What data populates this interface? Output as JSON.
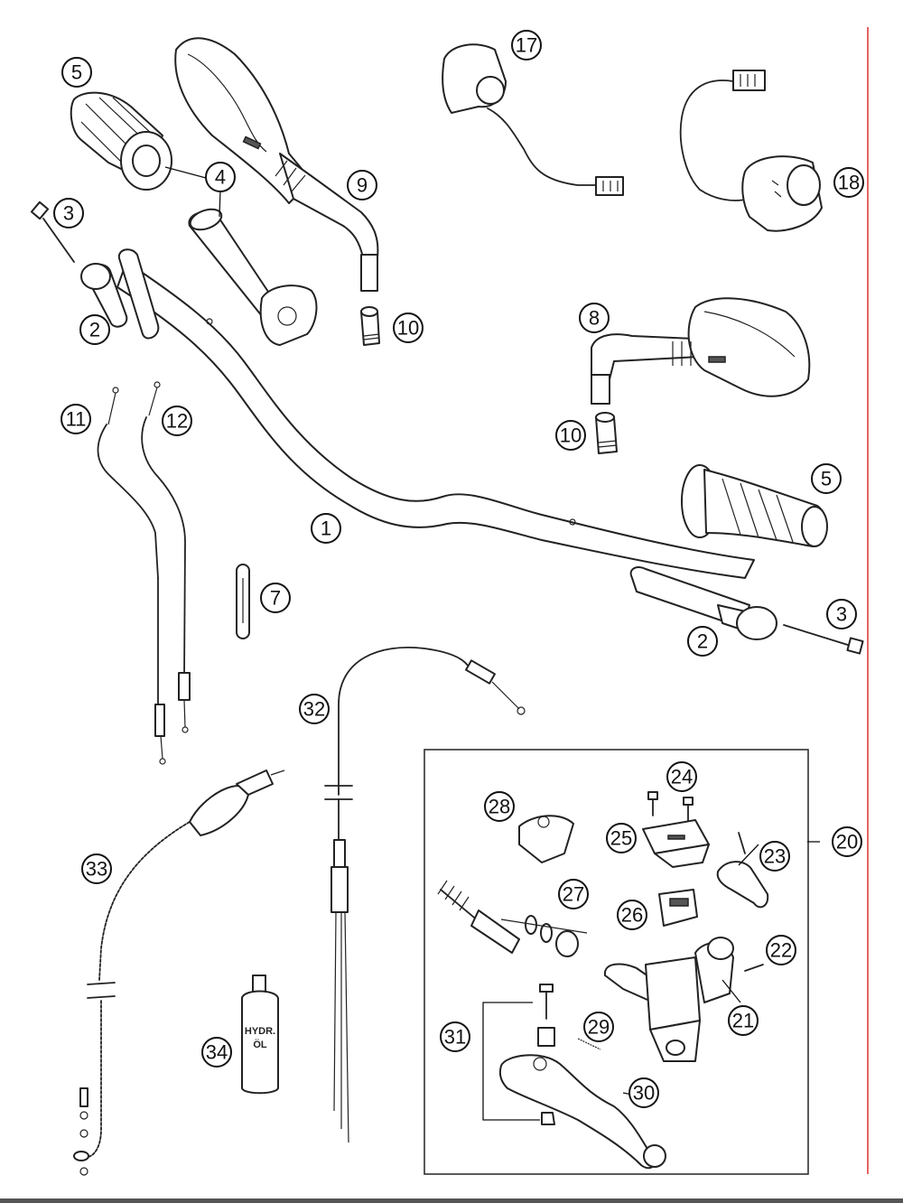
{
  "callouts": [
    "1",
    "2",
    "3",
    "4",
    "5",
    "7",
    "8",
    "9",
    "10",
    "11",
    "12",
    "17",
    "18",
    "20",
    "21",
    "22",
    "23",
    "24",
    "25",
    "26",
    "27",
    "28",
    "29",
    "30",
    "31",
    "32",
    "33",
    "34"
  ],
  "oil_label": {
    "line1": "HYDR.",
    "line2": "ÖL"
  },
  "colors": {
    "red_margin": "#e03030",
    "ink": "#222222",
    "bottom_bar": "#555555"
  }
}
